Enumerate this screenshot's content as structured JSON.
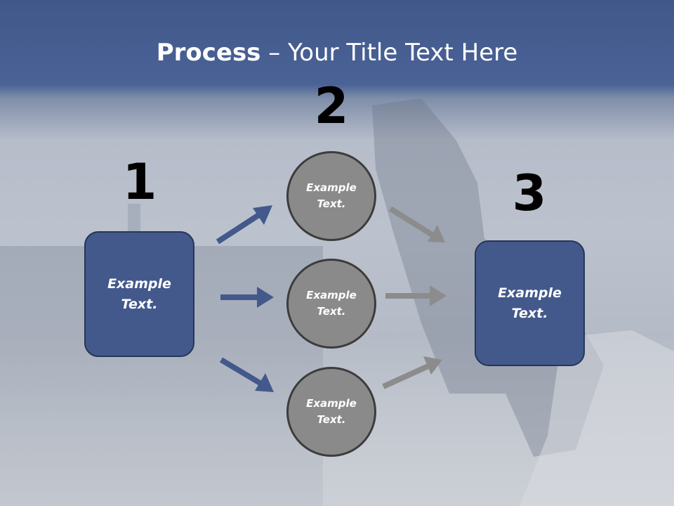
{
  "slide": {
    "title_bold": "Process",
    "title_rest": " – Your Title Text Here"
  },
  "steps": {
    "step1": {
      "number": "1",
      "label": "Example\nText."
    },
    "step2": {
      "number": "2",
      "circles": [
        {
          "label": "Example\nText."
        },
        {
          "label": "Example\nText."
        },
        {
          "label": "Example\nText."
        }
      ]
    },
    "step3": {
      "number": "3",
      "label": "Example\nText."
    }
  },
  "colors": {
    "box_fill": "#43598c",
    "circle_fill": "#8a8a8a",
    "arrow_blue": "#43598c",
    "arrow_gray": "#8c8c8c"
  }
}
